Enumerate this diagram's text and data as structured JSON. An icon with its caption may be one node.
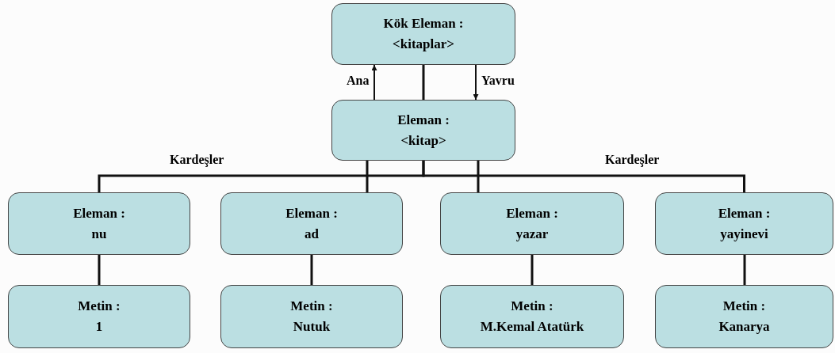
{
  "diagram": {
    "nodes": [
      {
        "text": [
          "Kök Eleman :",
          "<kitaplar>"
        ]
      },
      {
        "text": [
          "Eleman :",
          "<kitap>"
        ]
      },
      {
        "text": [
          "Eleman :",
          "nu"
        ]
      },
      {
        "text": [
          "Eleman :",
          "ad"
        ]
      },
      {
        "text": [
          "Eleman :",
          "yazar"
        ]
      },
      {
        "text": [
          "Eleman :",
          "yayinevi"
        ]
      },
      {
        "text": [
          "Metin :",
          "1"
        ]
      },
      {
        "text": [
          "Metin :",
          "Nutuk"
        ]
      },
      {
        "text": [
          "Metin :",
          "M.Kemal Atatürk"
        ]
      },
      {
        "text": [
          "Metin :",
          "Kanarya"
        ]
      }
    ],
    "edges": [
      {
        "from": 1,
        "to": 0,
        "arrow": "to",
        "label": "Ana"
      },
      {
        "from": 0,
        "to": 1,
        "arrow": "none"
      },
      {
        "from": 0,
        "to": 1,
        "arrow": "to",
        "label": "Yavru"
      },
      {
        "from": 1,
        "to": 2,
        "arrow": "none"
      },
      {
        "from": 1,
        "to": 3,
        "arrow": "none"
      },
      {
        "from": 1,
        "to": 4,
        "arrow": "none"
      },
      {
        "from": 1,
        "to": 5,
        "arrow": "none"
      },
      {
        "from": 2,
        "to": 6,
        "arrow": "none"
      },
      {
        "from": 3,
        "to": 7,
        "arrow": "none"
      },
      {
        "from": 4,
        "to": 8,
        "arrow": "none"
      },
      {
        "from": 5,
        "to": 9,
        "arrow": "none"
      }
    ],
    "labels": [
      "Kardeşler",
      "Kardeşler"
    ]
  }
}
